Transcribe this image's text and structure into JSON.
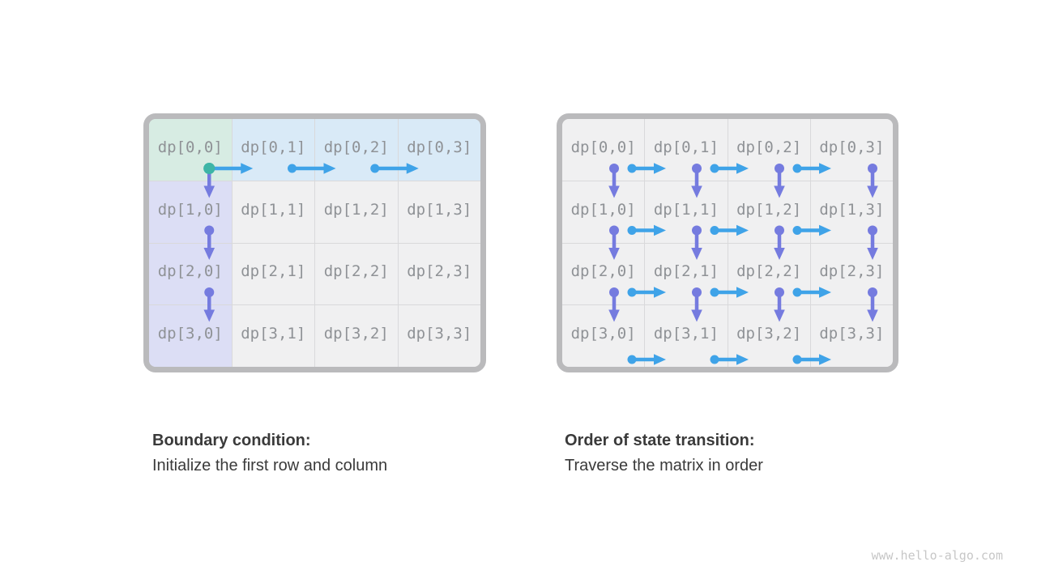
{
  "panels": [
    {
      "id": "boundary",
      "cells": [
        [
          "dp[0,0]",
          "dp[0,1]",
          "dp[0,2]",
          "dp[0,3]"
        ],
        [
          "dp[1,0]",
          "dp[1,1]",
          "dp[1,2]",
          "dp[1,3]"
        ],
        [
          "dp[2,0]",
          "dp[2,1]",
          "dp[2,2]",
          "dp[2,3]"
        ],
        [
          "dp[3,0]",
          "dp[3,1]",
          "dp[3,2]",
          "dp[3,3]"
        ]
      ],
      "cell_styles": [
        [
          "origin",
          "frow",
          "frow",
          "frow"
        ],
        [
          "fcol",
          "plain",
          "plain",
          "plain"
        ],
        [
          "fcol",
          "plain",
          "plain",
          "plain"
        ],
        [
          "fcol",
          "plain",
          "plain",
          "plain"
        ]
      ],
      "arrows": [
        {
          "dir": "right",
          "row": 0,
          "col": 0,
          "dot": "teal"
        },
        {
          "dir": "right",
          "row": 0,
          "col": 1,
          "dot": "blue"
        },
        {
          "dir": "right",
          "row": 0,
          "col": 2,
          "dot": "blue"
        },
        {
          "dir": "down",
          "row": 0,
          "col": 0,
          "dot": "teal"
        },
        {
          "dir": "down",
          "row": 1,
          "col": 0,
          "dot": "purple"
        },
        {
          "dir": "down",
          "row": 2,
          "col": 0,
          "dot": "purple"
        }
      ],
      "caption_title": "Boundary condition:",
      "caption_text": "Initialize the first row and column"
    },
    {
      "id": "transition",
      "cells": [
        [
          "dp[0,0]",
          "dp[0,1]",
          "dp[0,2]",
          "dp[0,3]"
        ],
        [
          "dp[1,0]",
          "dp[1,1]",
          "dp[1,2]",
          "dp[1,3]"
        ],
        [
          "dp[2,0]",
          "dp[2,1]",
          "dp[2,2]",
          "dp[2,3]"
        ],
        [
          "dp[3,0]",
          "dp[3,1]",
          "dp[3,2]",
          "dp[3,3]"
        ]
      ],
      "cell_styles": [
        [
          "plain",
          "plain",
          "plain",
          "plain"
        ],
        [
          "plain",
          "plain",
          "plain",
          "plain"
        ],
        [
          "plain",
          "plain",
          "plain",
          "plain"
        ],
        [
          "plain",
          "plain",
          "plain",
          "plain"
        ]
      ],
      "arrows": [
        {
          "dir": "down",
          "row": 0,
          "col": 0,
          "dot": "purple"
        },
        {
          "dir": "down",
          "row": 0,
          "col": 1,
          "dot": "purple"
        },
        {
          "dir": "down",
          "row": 0,
          "col": 2,
          "dot": "purple"
        },
        {
          "dir": "down",
          "row": 0,
          "col": 3,
          "dot": "purple"
        },
        {
          "dir": "right",
          "row": 0,
          "col": 0,
          "dot": "blue"
        },
        {
          "dir": "right",
          "row": 0,
          "col": 1,
          "dot": "blue"
        },
        {
          "dir": "right",
          "row": 0,
          "col": 2,
          "dot": "blue"
        },
        {
          "dir": "down",
          "row": 1,
          "col": 0,
          "dot": "purple"
        },
        {
          "dir": "down",
          "row": 1,
          "col": 1,
          "dot": "purple"
        },
        {
          "dir": "down",
          "row": 1,
          "col": 2,
          "dot": "purple"
        },
        {
          "dir": "down",
          "row": 1,
          "col": 3,
          "dot": "purple"
        },
        {
          "dir": "right",
          "row": 1,
          "col": 0,
          "dot": "blue"
        },
        {
          "dir": "right",
          "row": 1,
          "col": 1,
          "dot": "blue"
        },
        {
          "dir": "right",
          "row": 1,
          "col": 2,
          "dot": "blue"
        },
        {
          "dir": "down",
          "row": 2,
          "col": 0,
          "dot": "purple"
        },
        {
          "dir": "down",
          "row": 2,
          "col": 1,
          "dot": "purple"
        },
        {
          "dir": "down",
          "row": 2,
          "col": 2,
          "dot": "purple"
        },
        {
          "dir": "down",
          "row": 2,
          "col": 3,
          "dot": "purple"
        },
        {
          "dir": "right",
          "row": 2,
          "col": 0,
          "dot": "blue"
        },
        {
          "dir": "right",
          "row": 2,
          "col": 1,
          "dot": "blue"
        },
        {
          "dir": "right",
          "row": 2,
          "col": 2,
          "dot": "blue"
        },
        {
          "dir": "right",
          "row": 3,
          "col": 0,
          "dot": "blue"
        },
        {
          "dir": "right",
          "row": 3,
          "col": 1,
          "dot": "blue"
        },
        {
          "dir": "right",
          "row": 3,
          "col": 2,
          "dot": "blue"
        }
      ],
      "caption_title": "Order of state transition:",
      "caption_text": "Traverse the matrix in order"
    }
  ],
  "watermark": "www.hello-algo.com",
  "colors": {
    "teal": "#3db5a6",
    "blue": "#3fa3e8",
    "purple": "#757bdf",
    "origin_bg": "#d7ece3",
    "first_row_bg": "#d9eaf7",
    "first_col_bg": "#dcdef5",
    "cell_bg": "#f0f0f1",
    "grid_line": "#d9d9db",
    "frame_border": "#bababc",
    "label": "#8f9296",
    "caption": "#3a3a3a",
    "watermark": "#c7c7c7",
    "page_bg": "#ffffff"
  }
}
